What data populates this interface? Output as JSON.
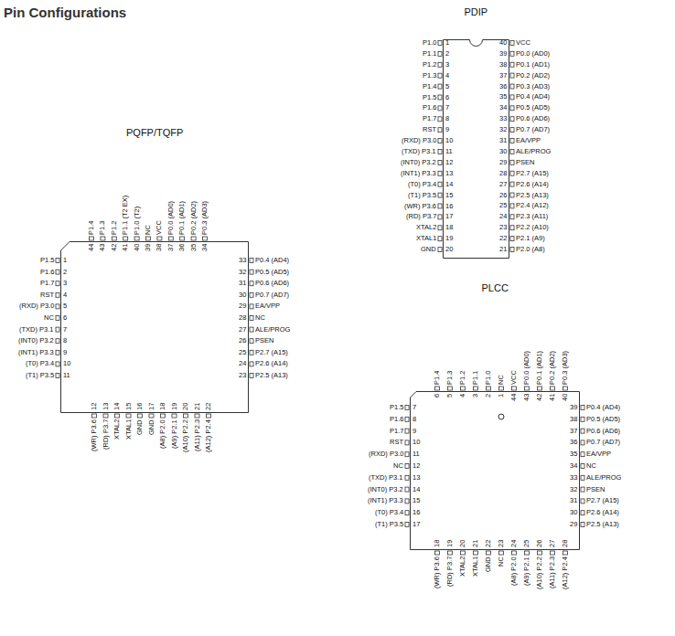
{
  "diagram": {
    "title": "Pin Configurations",
    "nodes": [
      {
        "text": [
          "PDIP"
        ]
      },
      {
        "text": [
          "PQFP/TQFP"
        ]
      },
      {
        "text": [
          "PLCC"
        ]
      }
    ],
    "labels": [
      "P1.0",
      "1",
      "P1.1",
      "2",
      "P1.2",
      "3",
      "P1.3",
      "4",
      "P1.4",
      "5",
      "P1.5",
      "6",
      "P1.6",
      "7",
      "P1.7",
      "8",
      "RST",
      "9",
      "(RXD) P3.0",
      "10",
      "(TXD) P3.1",
      "11",
      "(INT0) P3.2",
      "12",
      "(INT1) P3.3",
      "13",
      "(T0) P3.4",
      "14",
      "(T1) P3.5",
      "15",
      "(WR) P3.6",
      "16",
      "(RD) P3.7",
      "17",
      "XTAL2",
      "18",
      "XTAL1",
      "19",
      "GND",
      "20",
      "P2.0 (A8)",
      "21",
      "P2.1 (A9)",
      "22",
      "P2.2 (A10)",
      "23",
      "P2.3 (A11)",
      "24",
      "P2.4 (A12)",
      "25",
      "P2.5 (A13)",
      "26",
      "P2.6 (A14)",
      "27",
      "P2.7 (A15)",
      "28",
      "PSEN",
      "29",
      "ALE/PROG",
      "30",
      "EA/VPP",
      "31",
      "P0.7 (AD7)",
      "32",
      "P0.6 (AD6)",
      "33",
      "P0.5 (AD5)",
      "34",
      "P0.4 (AD4)",
      "35",
      "P0.3 (AD3)",
      "36",
      "P0.2 (AD2)",
      "37",
      "P0.1 (AD1)",
      "38",
      "P0.0 (AD0)",
      "39",
      "VCC",
      "40",
      "P1.5",
      "1",
      "P1.6",
      "2",
      "P1.7",
      "3",
      "RST",
      "4",
      "(RXD) P3.0",
      "5",
      "NC",
      "6",
      "(TXD) P3.1",
      "7",
      "(INT0) P3.2",
      "8",
      "(INT1) P3.3",
      "9",
      "(T0) P3.4",
      "10",
      "(T1) P3.5",
      "11",
      "(WR) P3.6",
      "12",
      "(RD) P3.7",
      "13",
      "XTAL2",
      "14",
      "XTAL1",
      "15",
      "GND",
      "16",
      "GND",
      "17",
      "(A8) P2.0",
      "18",
      "(A9) P2.1",
      "19",
      "(A10) P2.2",
      "20",
      "(A11) P2.3",
      "21",
      "(A12) P2.4",
      "22",
      "P2.5 (A13)",
      "23",
      "P2.6 (A14)",
      "24",
      "P2.7 (A15)",
      "25",
      "PSEN",
      "26",
      "ALE/PROG",
      "27",
      "NC",
      "28",
      "EA/VPP",
      "29",
      "P0.7 (AD7)",
      "30",
      "P0.6 (AD6)",
      "31",
      "P0.5 (AD5)",
      "32",
      "P0.4 (AD4)",
      "33",
      "P0.3 (AD3)",
      "34",
      "P0.2 (AD2)",
      "35",
      "P0.1 (AD1)",
      "36",
      "P0.0 (AD0)",
      "37",
      "VCC",
      "38",
      "NC",
      "39",
      "P1.0 (T2)",
      "40",
      "P1.1 (T2 EX)",
      "41",
      "P1.2",
      "42",
      "P1.3",
      "43",
      "P1.4",
      "44",
      "P1.5",
      "7",
      "P1.6",
      "8",
      "P1.7",
      "9",
      "RST",
      "10",
      "(RXD) P3.0",
      "11",
      "NC",
      "12",
      "(TXD) P3.1",
      "13",
      "(INT0) P3.2",
      "14",
      "(INT1) P3.3",
      "15",
      "(T0) P3.4",
      "16",
      "(T1) P3.5",
      "17",
      "(WR) P3.6",
      "18",
      "(RD) P3.7",
      "19",
      "XTAL2",
      "20",
      "XTAL1",
      "21",
      "GND",
      "22",
      "NC",
      "23",
      "(A8) P2.0",
      "24",
      "(A9) P2.1",
      "25",
      "(A10) P2.2",
      "26",
      "(A11) P2.3",
      "27",
      "(A12) P2.4",
      "28",
      "P2.5 (A13)",
      "29",
      "P2.6 (A14)",
      "30",
      "P2.7 (A15)",
      "31",
      "PSEN",
      "32",
      "ALE/PROG",
      "33",
      "NC",
      "34",
      "EA/VPP",
      "35",
      "P0.7 (AD7)",
      "36",
      "P0.6 (AD6)",
      "37",
      "P0.5 (AD5)",
      "38",
      "P0.4 (AD4)",
      "39",
      "P0.3 (AD3)",
      "40",
      "P0.2 (AD2)",
      "41",
      "P0.1 (AD1)",
      "42",
      "P0.0 (AD0)",
      "43",
      "VCC",
      "44",
      "NC",
      "1",
      "P1.0",
      "2",
      "P1.1",
      "3",
      "P1.2",
      "4",
      "P1.3",
      "5",
      "P1.4",
      "6"
    ]
  }
}
